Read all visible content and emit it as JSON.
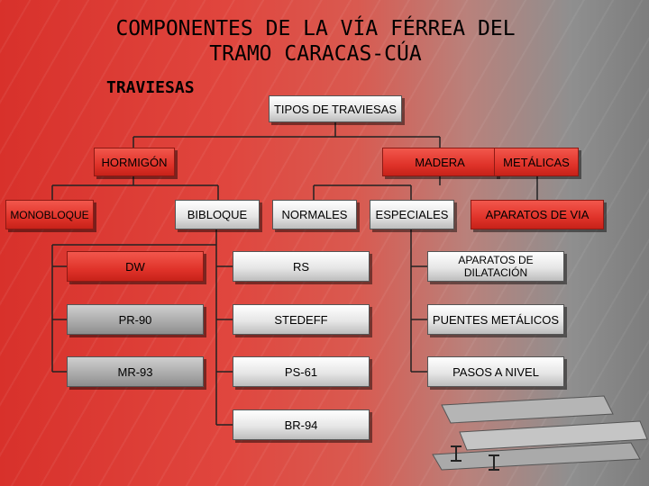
{
  "slide": {
    "title_line1": "COMPONENTES DE LA VÍA FÉRREA DEL",
    "title_line2": "TRAMO CARACAS-CÚA",
    "subtitle": "TRAVIESAS"
  },
  "diagram": {
    "root": "TIPOS DE TRAVIESAS",
    "level1": {
      "hormigon": "HORMIGÓN",
      "madera": "MADERA",
      "metalicas": "METÁLICAS"
    },
    "level2": {
      "monobloque": "MONOBLOQUE",
      "bibloque": "BIBLOQUE",
      "normales": "NORMALES",
      "especiales": "ESPECIALES",
      "aparatos_via": "APARATOS DE VIA"
    },
    "bibloque_items": [
      "DW",
      "PR-90",
      "MR-93"
    ],
    "normales_items": [
      "RS",
      "STEDEFF",
      "PS-61",
      "BR-94"
    ],
    "especiales_items": [
      "APARATOS DE DILATACIÓN",
      "PUENTES METÁLICOS",
      "PASOS A NIVEL"
    ]
  },
  "colors": {
    "red_box": "#e0332a",
    "light_box": "#eeeeee",
    "grey_box": "#a9a9a9"
  }
}
